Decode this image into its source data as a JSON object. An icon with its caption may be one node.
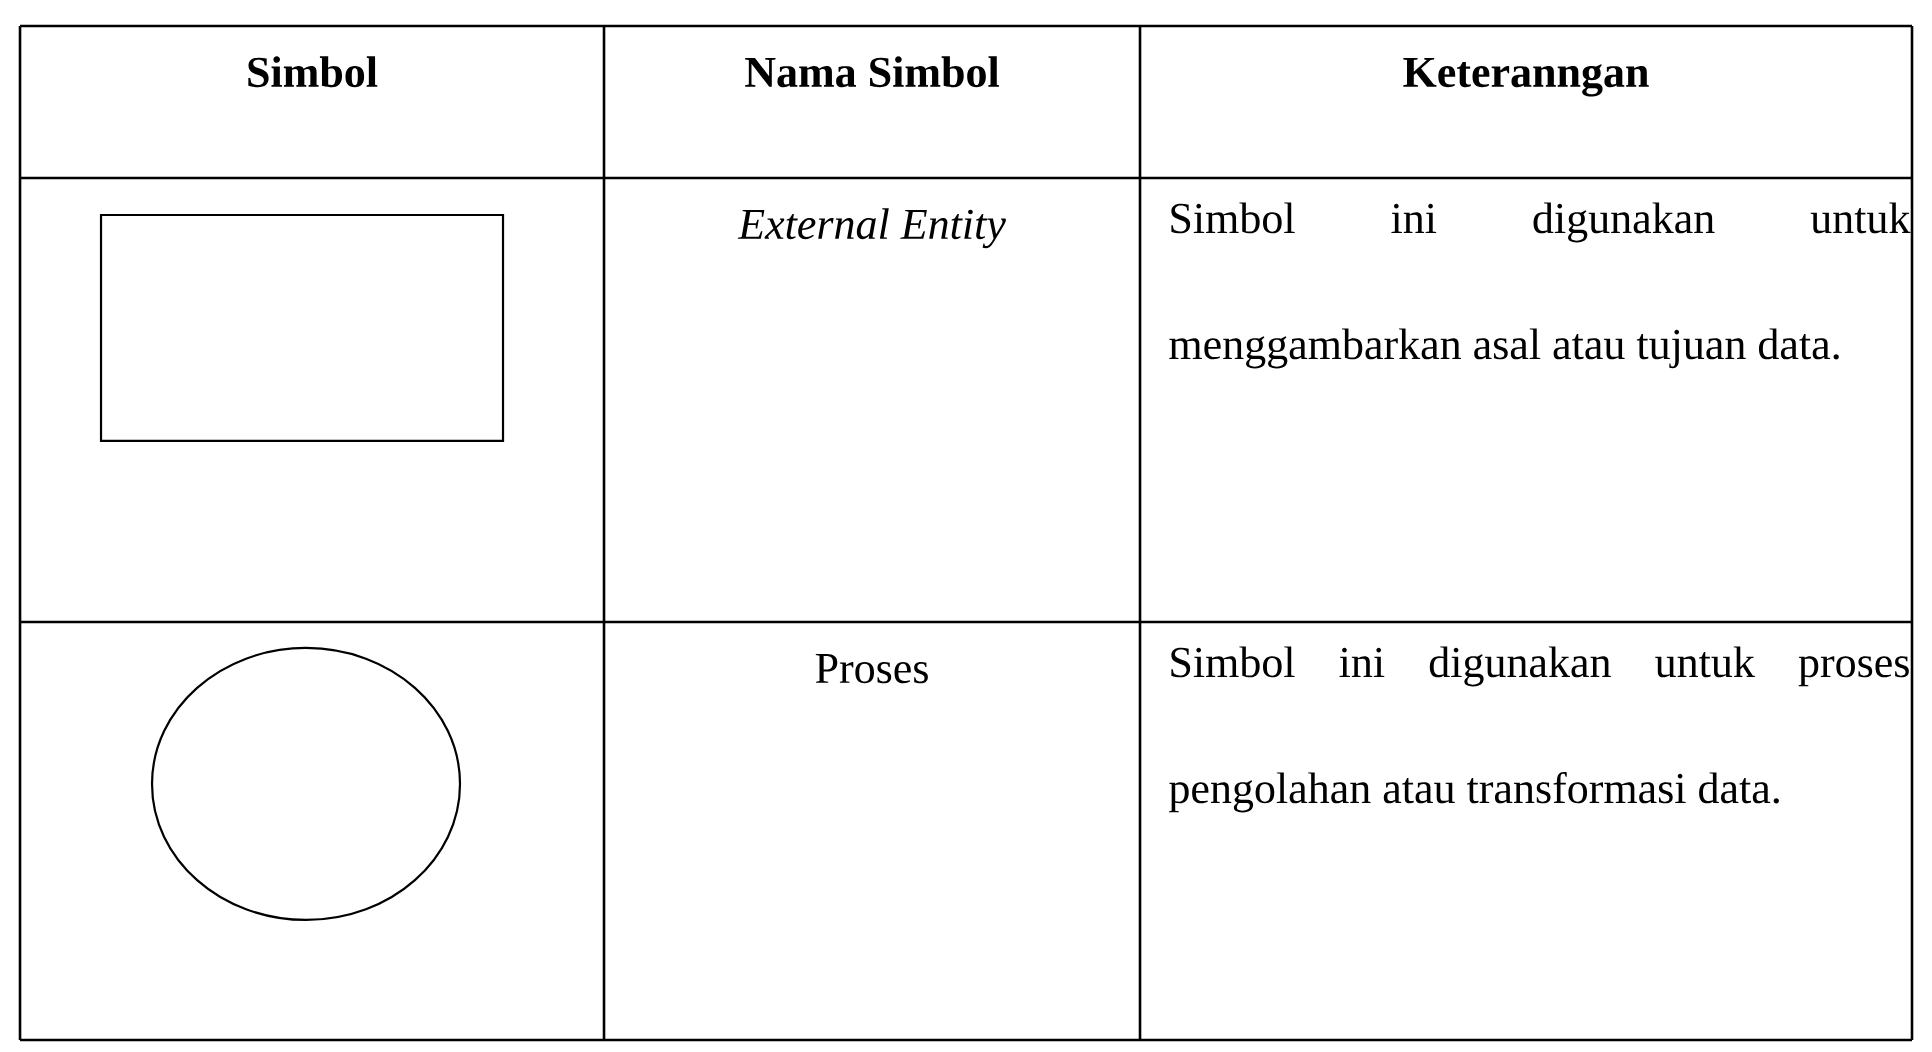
{
  "diagram": {
    "nodes": [
      {
        "text": [],
        "shape": "box"
      },
      {
        "text": [],
        "shape": "circle"
      }
    ],
    "labels": [
      "Simbol",
      "Nama Simbol",
      "Keteranngan",
      "External Entity",
      "Simbol ini digunakan untuk menggambarkan asal atau tujuan data.",
      "Proses",
      "Simbol ini digunakan untuk proses pengolahan atau transformasi data."
    ]
  }
}
